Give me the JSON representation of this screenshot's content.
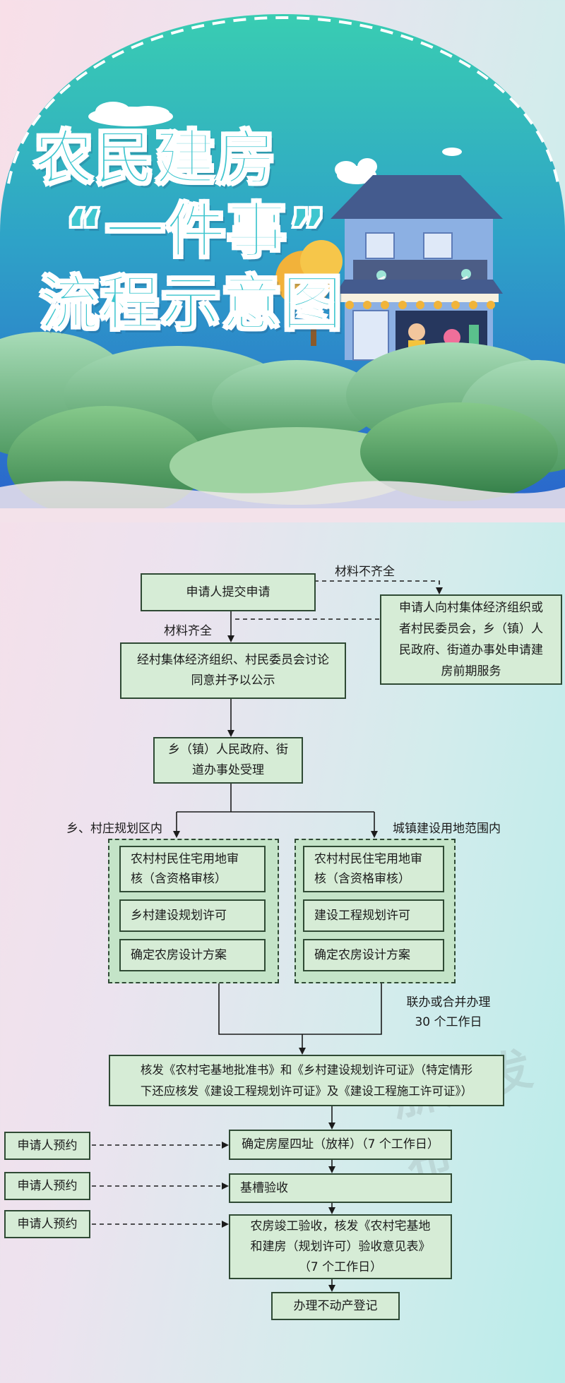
{
  "header": {
    "title_lines": [
      "农民建房",
      "“一件事”",
      "流程示意图"
    ]
  },
  "flow": {
    "submit": "申请人提交申请",
    "missing_label": "材料不齐全",
    "complete_label": "材料齐全",
    "pre_service": "申请人向村集体经济组织或\n者村民委员会，乡（镇）人\n民政府、街道办事处申请建\n房前期服务",
    "village_discussion": "经村集体经济组织、村民委员会讨论\n同意并予以公示",
    "accept": "乡（镇）人民政府、街\n道办事处受理",
    "branch_left_label": "乡、村庄规划区内",
    "branch_right_label": "城镇建设用地范围内",
    "left_group": [
      "农村村民住宅用地审\n核（含资格审核）",
      "乡村建设规划许可",
      "确定农房设计方案"
    ],
    "right_group": [
      "农村村民住宅用地审\n核（含资格审核）",
      "建设工程规划许可",
      "确定农房设计方案"
    ],
    "joint_label": "联办或合并办理\n30 个工作日",
    "issue": "核发《农村宅基地批准书》和《乡村建设规划许可证》（特定情形\n下还应核发《建设工程规划许可证》及《建设工程施工许可证》）",
    "steps": [
      "确定房屋四址（放样）（7 个工作日）",
      "基槽验收",
      "农房竣工验收，核发《农村宅基地\n和建房（规划许可）验收意见表》\n（7 个工作日）",
      "办理不动产登记"
    ],
    "appointment": "申请人预约"
  },
  "watermark": "浙江发布",
  "colors": {
    "box_fill": "#d6ecd6",
    "box_border": "#2f4a34",
    "sky_top": "#3cc9b0",
    "sky_bottom": "#2e6fd0",
    "hill_green": "#5aa868"
  }
}
